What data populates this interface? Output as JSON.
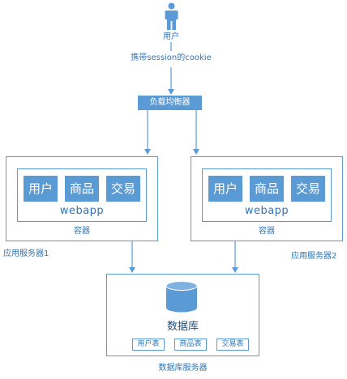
{
  "user": {
    "label": "用户",
    "edge_label": "携带session的cookie"
  },
  "load_balancer": {
    "label": "负载均衡器"
  },
  "servers": [
    {
      "modules": [
        "用户",
        "商品",
        "交易"
      ],
      "app_label": "webapp",
      "container_label": "容器",
      "server_label": "应用服务器1"
    },
    {
      "modules": [
        "用户",
        "商品",
        "交易"
      ],
      "app_label": "webapp",
      "container_label": "容器",
      "server_label": "应用服务器2"
    }
  ],
  "database": {
    "title": "数据库",
    "tables": [
      "用户表",
      "商品表",
      "交易表"
    ],
    "server_label": "数据库服务器"
  },
  "colors": {
    "accent": "#5b9bd5",
    "text": "#2e75b6",
    "dark": "#1f4e79"
  }
}
